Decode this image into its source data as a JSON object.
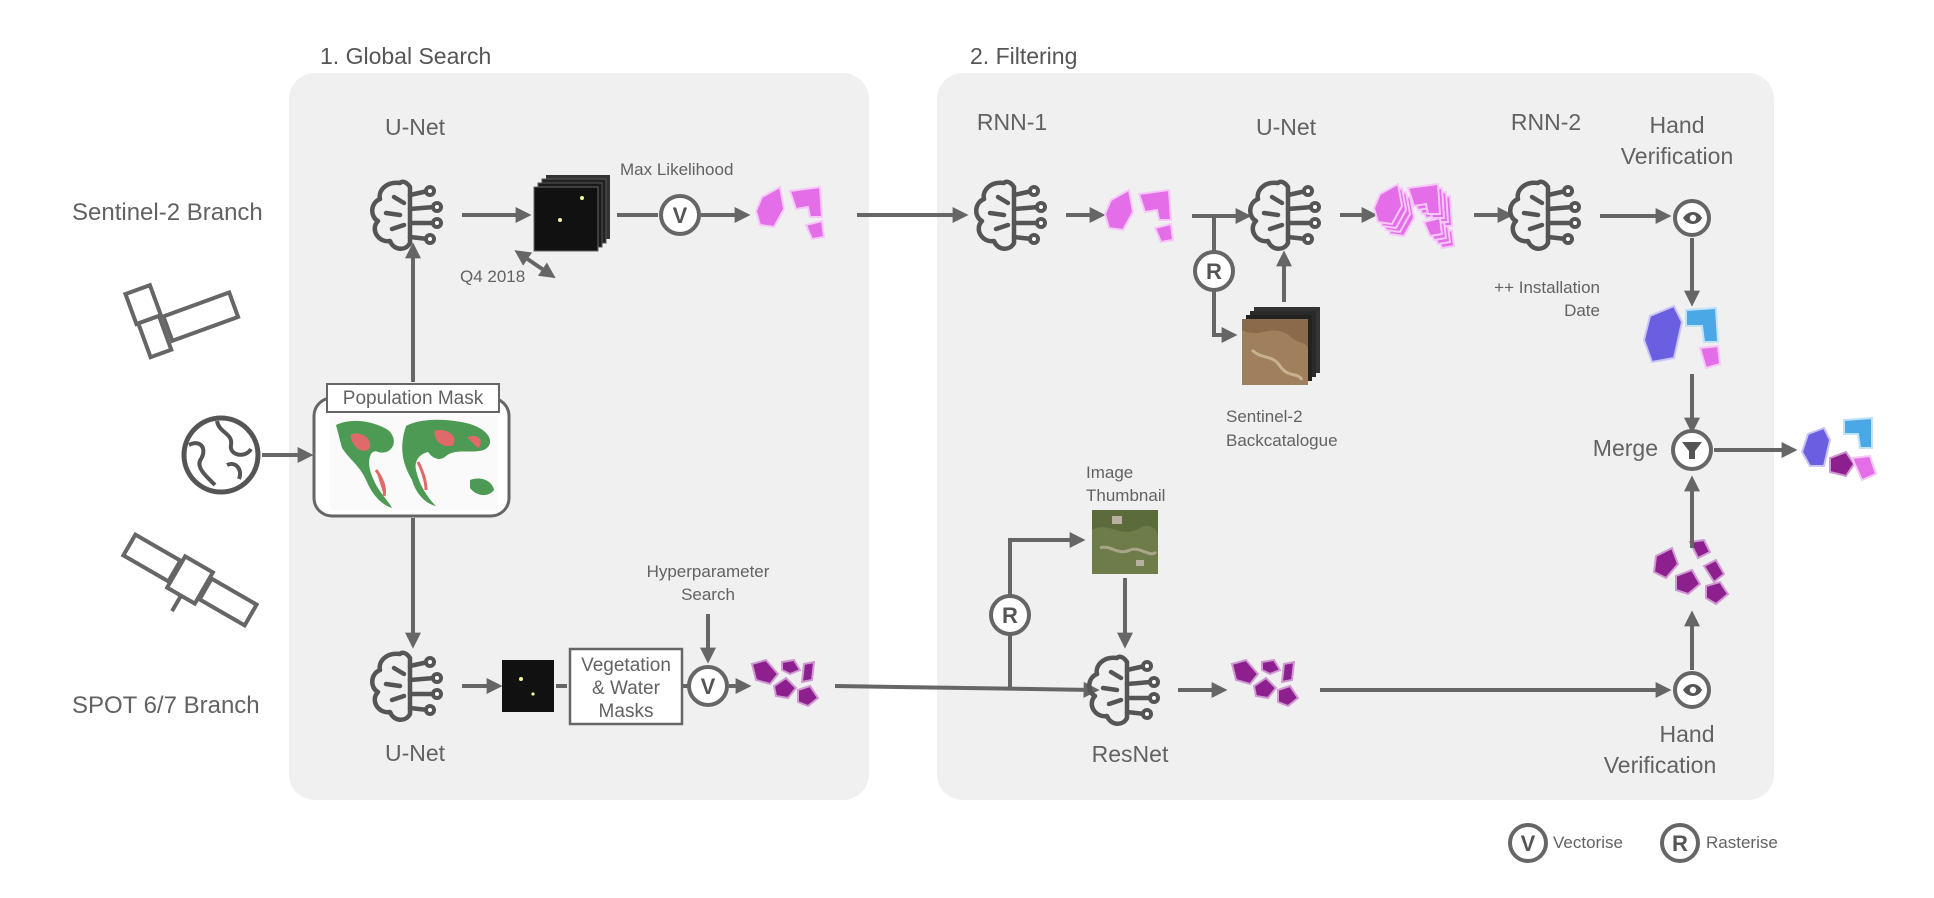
{
  "sections": {
    "global_search": "1. Global Search",
    "filtering": "2. Filtering"
  },
  "branches": {
    "sentinel": "Sentinel-2 Branch",
    "spot": "SPOT 6/7 Branch"
  },
  "models": {
    "unet_top": "U-Net",
    "unet_bottom": "U-Net",
    "rnn1": "RNN-1",
    "unet_filter": "U-Net",
    "rnn2": "RNN-2",
    "resnet": "ResNet"
  },
  "labels": {
    "max_likelihood": "Max Likelihood",
    "q4": "Q4 2018",
    "population_mask": "Population Mask",
    "vegetation_line1": "Vegetation",
    "vegetation_line2": "& Water",
    "vegetation_line3": "Masks",
    "hyper_line1": "Hyperparameter",
    "hyper_line2": "Search",
    "backcat_line1": "Sentinel-2",
    "backcat_line2": "Backcatalogue",
    "install_line1": "++ Installation",
    "install_line2": "Date",
    "thumb_line1": "Image",
    "thumb_line2": "Thumbnail",
    "hand_top_line1": "Hand",
    "hand_top_line2": "Verification",
    "hand_bot_line1": "Hand",
    "hand_bot_line2": "Verification",
    "merge": "Merge"
  },
  "operators": {
    "vectorise_symbol": "V",
    "rasterise_symbol": "R"
  },
  "legend": {
    "vectorise_symbol": "V",
    "vectorise_label": "Vectorise",
    "rasterise_symbol": "R",
    "rasterise_label": "Rasterise"
  },
  "colors": {
    "panel": "#f0f0f0",
    "arrow": "#666666",
    "sentinel_polygons": "#e36ee7",
    "spot_polygons": "#8e1f8f",
    "merged_blue": "#4ba8e6",
    "merged_indigo": "#6a5fe0"
  },
  "icons": {
    "model": "neural-network-brain-icon",
    "satellites": "satellite-icon",
    "earth": "globe-icon",
    "hand_verification": "eye-icon",
    "merge": "funnel-icon"
  }
}
